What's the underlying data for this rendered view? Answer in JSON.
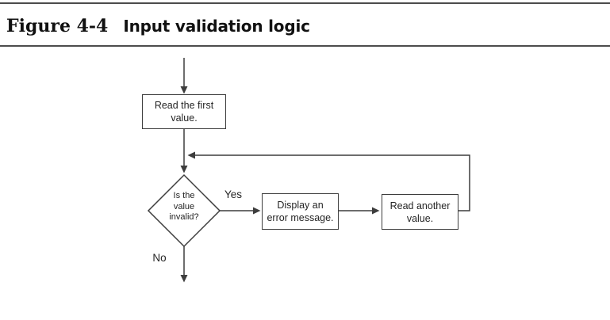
{
  "figure": {
    "label": "Figure 4-4",
    "title": "Input validation logic"
  },
  "flowchart": {
    "start_node": {
      "label": "Read the first value.",
      "line1": "Read the first",
      "line2": "value."
    },
    "decision_node": {
      "label": "Is the value invalid?",
      "line1": "Is the",
      "line2": "value",
      "line3": "invalid?"
    },
    "error_node": {
      "label": "Display an error message.",
      "line1": "Display an",
      "line2": "error message."
    },
    "read_another_node": {
      "label": "Read another value.",
      "line1": "Read another",
      "line2": "value."
    },
    "edge_labels": {
      "yes": "Yes",
      "no": "No"
    }
  },
  "colors": {
    "line": "#3d3d3d",
    "text": "#1c1c1c",
    "rule": "#4c4c4c",
    "background": "#ffffff"
  }
}
